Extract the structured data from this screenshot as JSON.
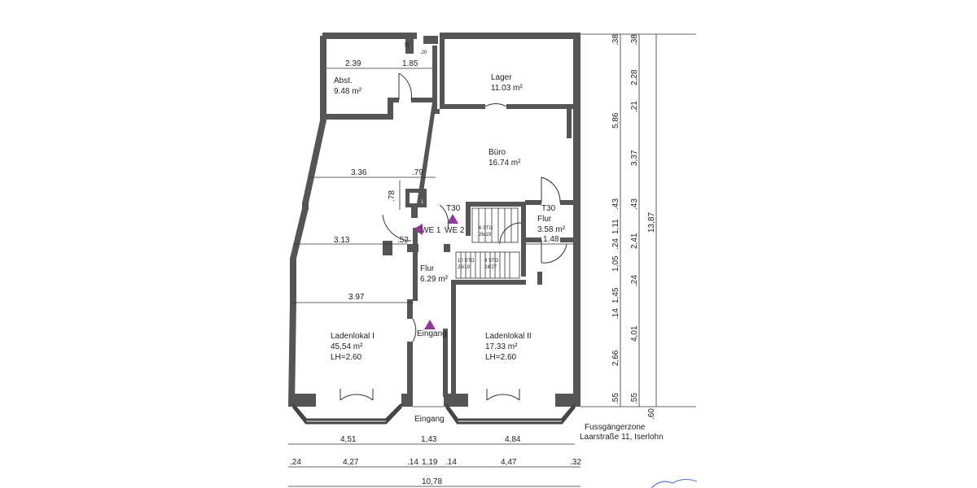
{
  "rooms": {
    "abst": {
      "name": "Abst.",
      "area": "9.48 m²"
    },
    "lager": {
      "name": "Lager",
      "area": "11.03 m²"
    },
    "buero": {
      "name": "Büro",
      "area": "16.74 m²"
    },
    "flur_upper": {
      "name": "Flur",
      "area": "3.58 m²"
    },
    "flur_lower": {
      "name": "Flur",
      "area": "6.29 m²"
    },
    "laden1": {
      "name": "Ladenlokal I",
      "area": "45,54 m²",
      "height": "LH=2.60"
    },
    "laden2": {
      "name": "Ladenlokal II",
      "area": "17.33 m²",
      "height": "LH=2.60"
    }
  },
  "labels": {
    "we1": "WE 1",
    "we2": "WE 2",
    "t30_left": "T30",
    "t30_right": "T30",
    "eingang_inner": "Eingang",
    "eingang_outer": "Eingang",
    "stair_top": "6 STG",
    "stair_top_sub": "26/19",
    "stair_left": "10 STG",
    "stair_left_sub": "26/19",
    "stair_right": "8 STG",
    "stair_right_sub": "24/27",
    "street": "Fussgängerzone",
    "address": "Laarstraße 11, Iserlohn"
  },
  "interior_dims": {
    "d239": "2.39",
    "d185": "1.85",
    "d035": ".35",
    "d020": ".20",
    "d336": "3.36",
    "d079": ".79",
    "d078": ".78",
    "d313": "3.13",
    "d052": ".52",
    "d397": "3.97",
    "d148": "1.48"
  },
  "bottom_dims": {
    "row1": [
      "4,51",
      "1,43",
      "4,84"
    ],
    "row2": [
      ".24",
      "4,27",
      ".14",
      "1,19",
      ".14",
      "4,47",
      ".32"
    ],
    "total": "10,78"
  },
  "right_dims": {
    "col1": [
      ".38",
      "5,86",
      ".43",
      "1,11",
      ".24",
      "1,05",
      ".14",
      "1,45",
      "2,66",
      ".55"
    ],
    "col2": [
      ".38",
      "2,28",
      ".21",
      "3,37",
      ".43",
      "2,41",
      ".24",
      "4,01",
      ".55"
    ],
    "col3": [
      "13,87",
      ".60"
    ]
  }
}
